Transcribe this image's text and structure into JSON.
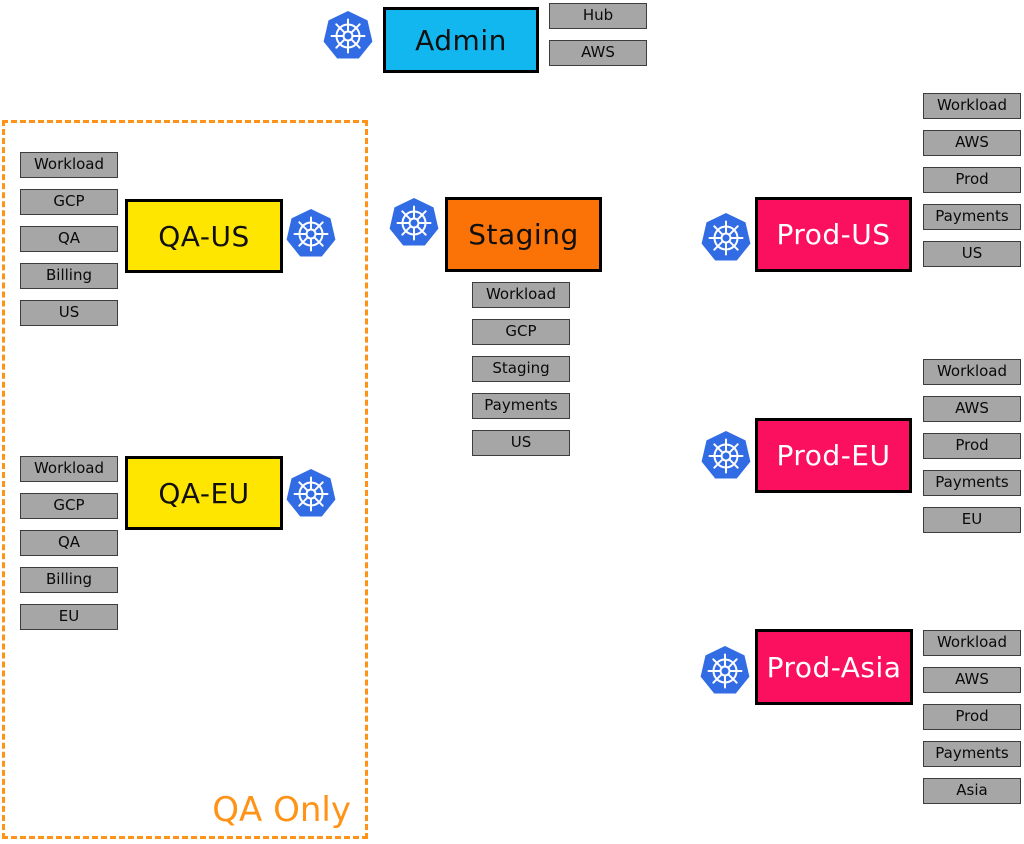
{
  "colors": {
    "admin_fill": "#12B7F0",
    "qa_fill": "#FFE600",
    "staging_fill": "#FB7306",
    "prod_fill": "#FB1060",
    "kubernetes_blue": "#326CE5",
    "tag_bg": "#A6A6A6",
    "zone_orange": "#FF9318",
    "border_black": "#000000"
  },
  "qa_zone": {
    "label": "QA Only"
  },
  "clusters": {
    "admin": {
      "name": "Admin",
      "icon": "kubernetes-icon",
      "tags": [
        "Hub",
        "AWS"
      ]
    },
    "qa_us": {
      "name": "QA-US",
      "icon": "kubernetes-icon",
      "tags": [
        "Workload",
        "GCP",
        "QA",
        "Billing",
        "US"
      ]
    },
    "qa_eu": {
      "name": "QA-EU",
      "icon": "kubernetes-icon",
      "tags": [
        "Workload",
        "GCP",
        "QA",
        "Billing",
        "EU"
      ]
    },
    "staging": {
      "name": "Staging",
      "icon": "kubernetes-icon",
      "tags": [
        "Workload",
        "GCP",
        "Staging",
        "Payments",
        "US"
      ]
    },
    "prod_us": {
      "name": "Prod-US",
      "icon": "kubernetes-icon",
      "tags": [
        "Workload",
        "AWS",
        "Prod",
        "Payments",
        "US"
      ]
    },
    "prod_eu": {
      "name": "Prod-EU",
      "icon": "kubernetes-icon",
      "tags": [
        "Workload",
        "AWS",
        "Prod",
        "Payments",
        "EU"
      ]
    },
    "prod_asia": {
      "name": "Prod-Asia",
      "icon": "kubernetes-icon",
      "tags": [
        "Workload",
        "AWS",
        "Prod",
        "Payments",
        "Asia"
      ]
    }
  }
}
